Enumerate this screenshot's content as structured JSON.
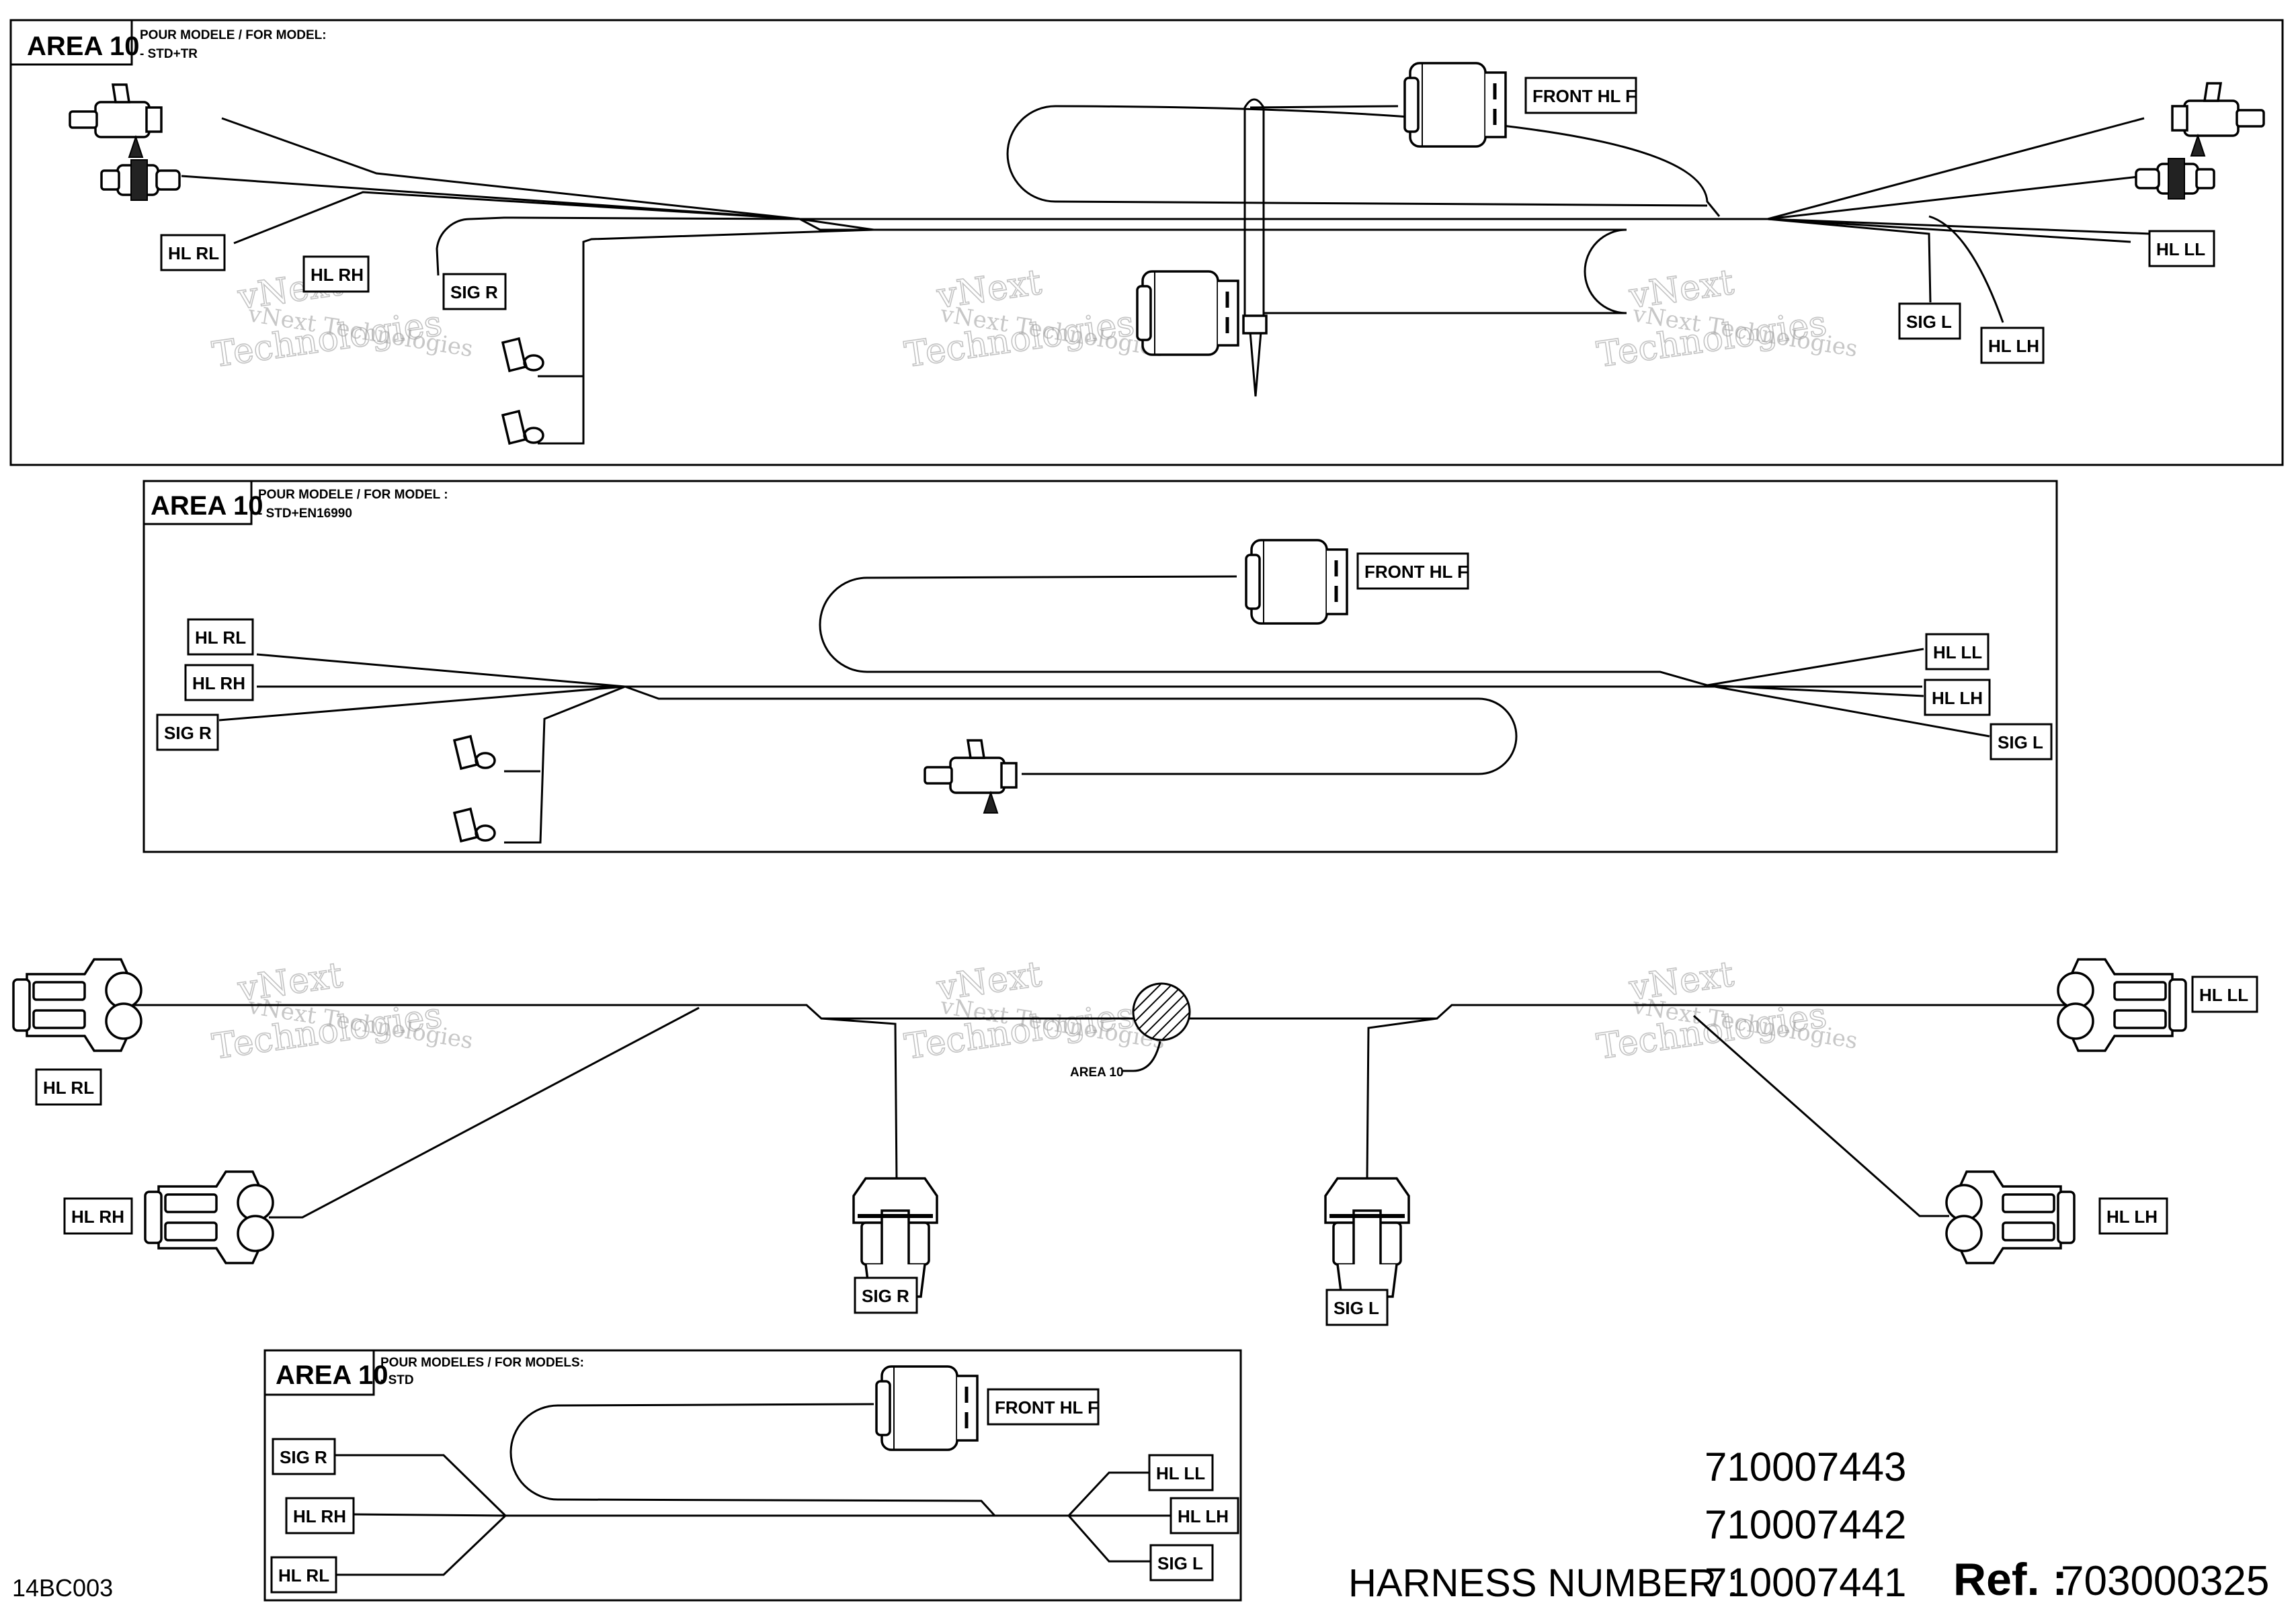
{
  "panels": {
    "tr": {
      "area": "AREA 10",
      "note1": "POUR MODELE / FOR MODEL:",
      "note2": "- STD+TR"
    },
    "en": {
      "area": "AREA 10",
      "note1": "POUR MODELE / FOR MODEL :",
      "note2": "- STD+EN16990"
    },
    "std": {
      "area": "AREA 10",
      "note1": "POUR MODELES / FOR MODELS:",
      "note2": "- STD"
    }
  },
  "labels": {
    "front_hl_f": "FRONT HL F",
    "hl_rl": "HL RL",
    "hl_rh": "HL RH",
    "sig_r": "SIG R",
    "sig_l": "SIG L",
    "hl_ll": "HL LL",
    "hl_lh": "HL LH",
    "area_10": "AREA 10"
  },
  "watermark": {
    "line1": "vNext Technologies",
    "big1": "vNext",
    "big2": "Technologies"
  },
  "footer": {
    "drawing_code": "14BC003",
    "harness_label": "HARNESS NUMBER :",
    "harness_numbers": [
      "710007443",
      "710007442",
      "710007441"
    ],
    "ref_label": "Ref. :",
    "ref_value": "703000325"
  }
}
